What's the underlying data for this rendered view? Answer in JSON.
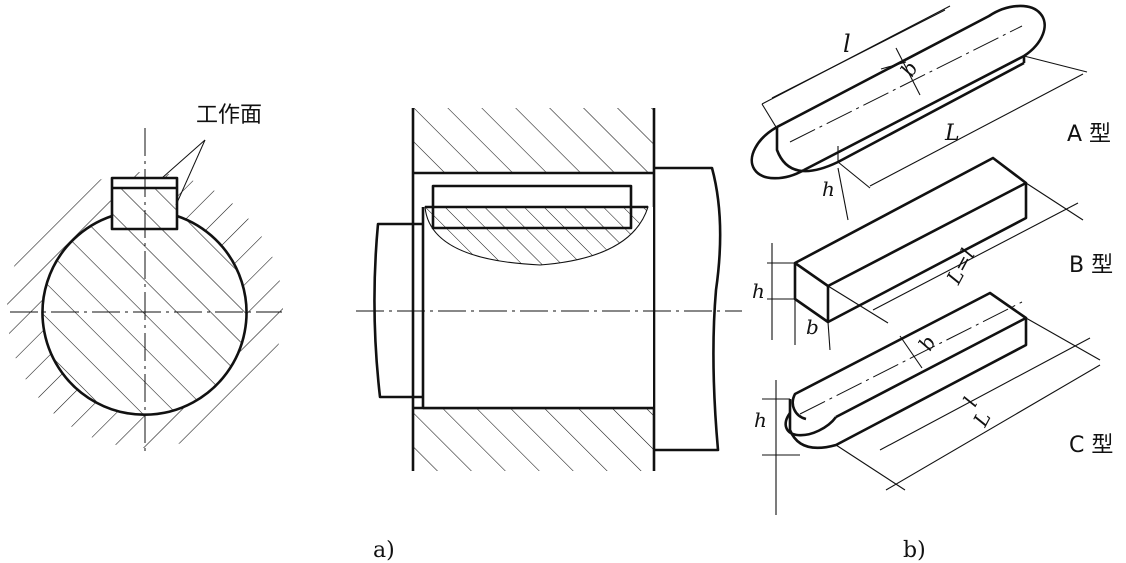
{
  "labels": {
    "working_face": "工作面",
    "fig_a": "a)",
    "fig_b": "b)",
    "type_a": "A 型",
    "type_b": "B 型",
    "type_c": "C 型"
  },
  "dimensions": {
    "a": {
      "l": "l",
      "b": "b",
      "L": "L",
      "h": "h"
    },
    "b": {
      "L_eq_l": "L=l",
      "h": "h",
      "b": "b"
    },
    "c": {
      "b": "b",
      "l": "l",
      "L": "L",
      "h": "h"
    }
  }
}
